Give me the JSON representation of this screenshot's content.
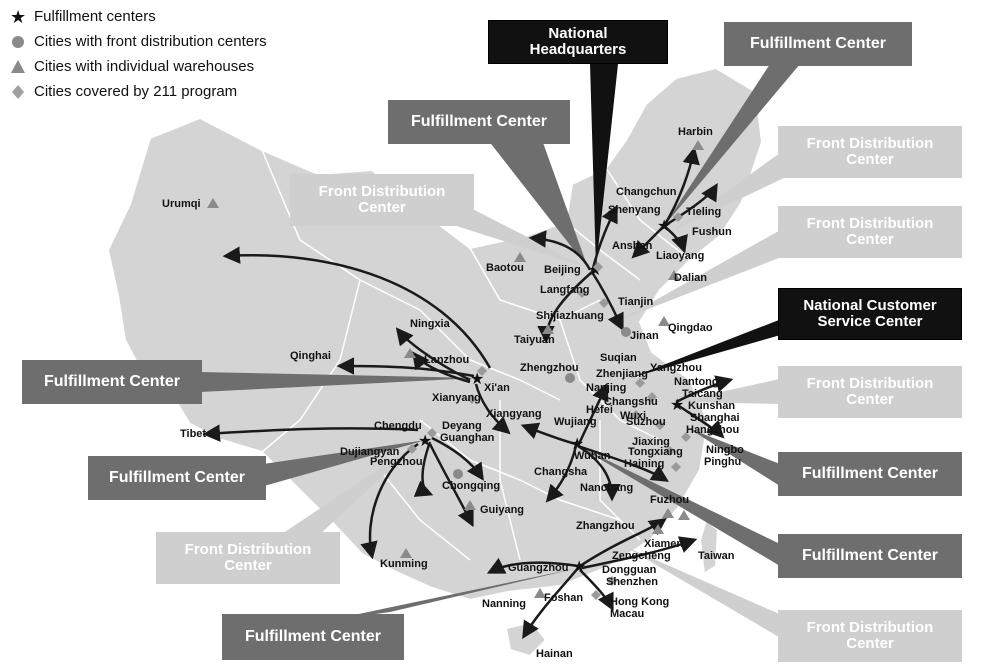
{
  "legend": {
    "fulfillment_centers": "Fulfillment centers",
    "front_distribution": "Cities with front distribution centers",
    "individual_warehouses": "Cities with individual warehouses",
    "covered_211": "Cities covered by 211 program"
  },
  "callouts": {
    "national_hq": "National\nHeadquarters",
    "national_customer_service": "National Customer\nService Center",
    "fulfillment_center": "Fulfillment Center",
    "front_distribution_center": "Front Distribution\nCenter"
  },
  "cities": {
    "urumqi": "Urumqi",
    "harbin": "Harbin",
    "changchun": "Changchun",
    "shenyang": "Shenyang",
    "tieling": "Tieling",
    "anshan": "Anshan",
    "fushun": "Fushun",
    "liaoyang": "Liaoyang",
    "dalian": "Dalian",
    "baotou": "Baotou",
    "beijing": "Beijing",
    "langfang": "Langfang",
    "tianjin": "Tianjin",
    "shijiazhuang": "Shijiazhuang",
    "jinan": "Jinan",
    "qingdao": "Qingdao",
    "ningxia": "Ningxia",
    "taiyuan": "Taiyuan",
    "qinghai": "Qinghai",
    "lanzhou": "Lanzhou",
    "xian": "Xi'an",
    "xianyang": "Xianyang",
    "zhengzhou": "Zhengzhou",
    "suqian": "Suqian",
    "yangzhou": "Yangzhou",
    "zhenjiang": "Zhenjiang",
    "nantong": "Nantong",
    "nanjing": "Nanjing",
    "changshu": "Changshu",
    "taicang": "Taicang",
    "kunshan": "Kunshan",
    "shanghai": "Shanghai",
    "wuxi": "Wuxi",
    "hefei": "Hefei",
    "xiangyang": "Xiangyang",
    "wujiang": "Wujiang",
    "suzhou": "Suzhou",
    "hangzhou": "Hangzhou",
    "tibet": "Tibet",
    "chengdu": "Chengdu",
    "deyang": "Deyang",
    "guanghan": "Guanghan",
    "jiaxing": "Jiaxing",
    "ningbo": "Ningbo",
    "dujiangyan": "Dujiangyan",
    "pengzhou": "Pengzhou",
    "wuhan": "Wuhan",
    "tongxiang": "Tongxiang",
    "pinghu": "Pinghu",
    "haining": "Haining",
    "changsha": "Changsha",
    "chongqing": "Chongqing",
    "nanchang": "Nanchang",
    "guiyang": "Guiyang",
    "fuzhou": "Fuzhou",
    "zhangzhou": "Zhangzhou",
    "xiamen": "Xiamen",
    "zengcheng": "Zengcheng",
    "taiwan": "Taiwan",
    "kunming": "Kunming",
    "guangzhou": "Guangzhou",
    "dongguan": "Dongguan",
    "shenzhen": "Shenzhen",
    "nanning": "Nanning",
    "foshan": "Foshan",
    "hongkong": "Hong Kong",
    "macau": "Macau",
    "hainan": "Hainan"
  },
  "colors": {
    "dark_callout": "#6e6e6e",
    "black_callout": "#111111",
    "light_callout": "#cfcfcf",
    "map_fill": "#d4d4d4",
    "map_border": "#ffffff",
    "arrow": "#1a1a1a",
    "marker": "#8a8a8a"
  }
}
